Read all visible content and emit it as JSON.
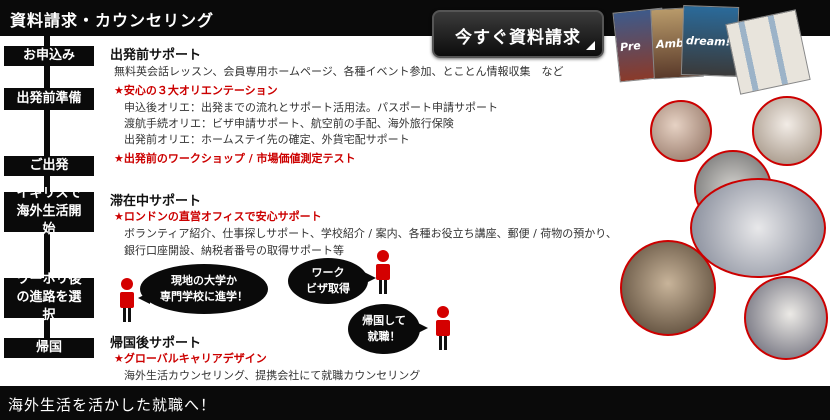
{
  "header": {
    "title": "資料請求・カウンセリング"
  },
  "cta": {
    "label": "今すぐ資料請求"
  },
  "steps": [
    {
      "label": "お申込み"
    },
    {
      "label": "出発前準備"
    },
    {
      "label": "ご出発"
    },
    {
      "label": "イギリスで海外生活開始"
    },
    {
      "label": "ワーホリ後の進路を選択"
    },
    {
      "label": "帰国"
    }
  ],
  "pre_departure": {
    "title": "出発前サポート",
    "line1": "無料英会話レッスン、会員専用ホームページ、各種イベント参加、とことん情報収集　など",
    "highlight1": "★安心の３大オリエンテーション",
    "item1": "申込後オリエ：出発までの流れとサポート活用法。パスポート申請サポート",
    "item2": "渡航手続オリエ：ビザ申請サポート、航空前の手配、海外旅行保険",
    "item3": "出発前オリエ：ホームステイ先の確定、外貨宅配サポート",
    "highlight2": "★出発前のワークショップ / 市場価値測定テスト"
  },
  "during_stay": {
    "title": "滞在中サポート",
    "highlight": "★ロンドンの直営オフィスで安心サポート",
    "line1": "ボランティア紹介、仕事探しサポート、学校紹介 / 案内、各種お役立ち講座、郵便 / 荷物の預かり、",
    "line2": "銀行口座開設、納税者番号の取得サポート等"
  },
  "bubbles": {
    "study": "現地の大学か\n専門学校に進学！",
    "work": "ワーク\nビザ取得",
    "return": "帰国して\n就職！"
  },
  "after_return": {
    "title": "帰国後サポート",
    "highlight": "★グローバルキャリアデザイン",
    "line1": "海外生活カウンセリング、提携会社にて就職カウンセリング"
  },
  "magazines": {
    "cover1": "Pre",
    "cover2": "Amb",
    "cover3": "dream!"
  },
  "footer": {
    "text": "海外生活を活かした就職へ！"
  },
  "colors": {
    "accent": "#cc0000",
    "dark": "#0a0a0a"
  }
}
